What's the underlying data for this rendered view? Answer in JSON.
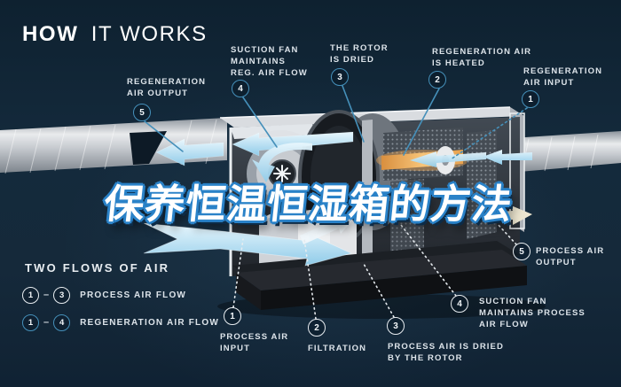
{
  "title": {
    "word_bold": "HOW",
    "word_light": "IT WORKS"
  },
  "overlay": {
    "text": "保养恒温恒湿箱的方法"
  },
  "callouts": {
    "reg_air_output": {
      "num": "5",
      "label": "REGENERATION\nAIR OUTPUT"
    },
    "suction_fan_reg": {
      "num": "4",
      "label": "SUCTION FAN\nMAINTAINS\nREG. AIR FLOW"
    },
    "rotor_dried": {
      "num": "3",
      "label": "THE ROTOR\nIS DRIED"
    },
    "reg_air_heated": {
      "num": "2",
      "label": "REGENERATION AIR\nIS HEATED"
    },
    "reg_air_input": {
      "num": "1",
      "label": "REGENERATION\nAIR INPUT"
    },
    "process_air_input": {
      "num": "1",
      "label": "PROCESS AIR\nINPUT"
    },
    "filtration": {
      "num": "2",
      "label": "FILTRATION"
    },
    "process_dried": {
      "num": "3",
      "label": "PROCESS AIR IS DRIED\nBY THE ROTOR"
    },
    "suction_fan_process": {
      "num": "4",
      "label": "SUCTION FAN\nMAINTAINS PROCESS\nAIR FLOW"
    },
    "process_air_output": {
      "num": "5",
      "label": "PROCESS AIR\nOUTPUT"
    }
  },
  "legend": {
    "title": "TWO FLOWS OF AIR",
    "rows": [
      {
        "from": "1",
        "to": "3",
        "dash": "–",
        "label": "PROCESS AIR FLOW"
      },
      {
        "from": "1",
        "to": "4",
        "dash": "–",
        "label": "REGENERATION AIR FLOW"
      }
    ]
  },
  "colors": {
    "background": "#14293a",
    "accent_blue": "#4590ba",
    "badge_white": "#e8edf1",
    "arrow_blue": "#aedcf2",
    "heater_orange": "#f0a955",
    "overlay_outline": "#2a82c8"
  }
}
